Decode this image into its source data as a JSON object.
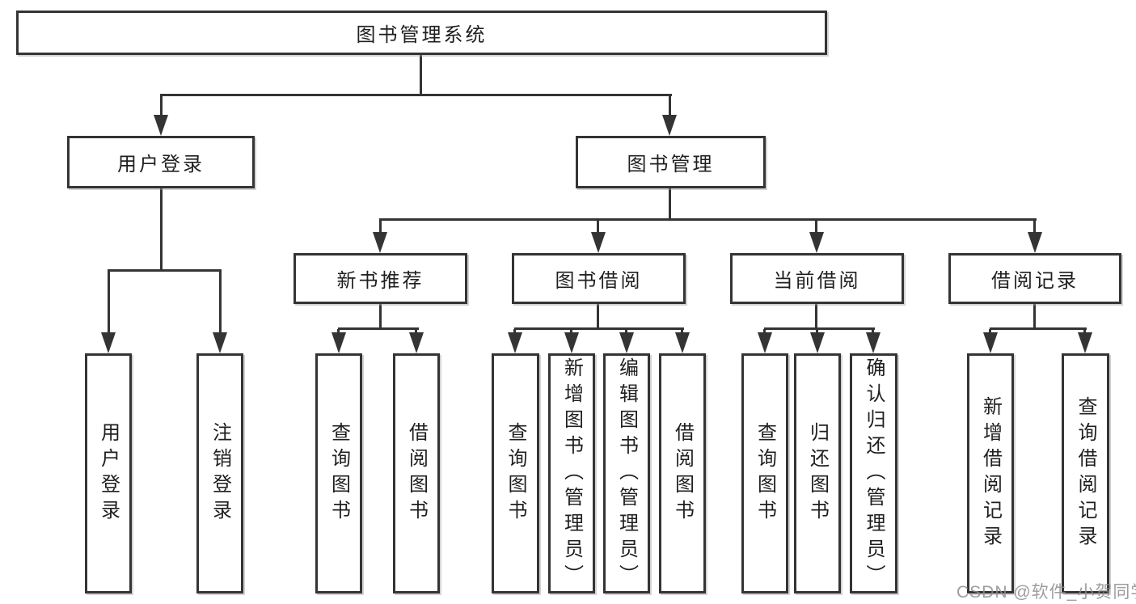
{
  "diagram_title": "图书管理系统",
  "colors": {
    "line": "#343434",
    "text": "#1f1f1f",
    "background": "#ffffff",
    "watermark": "#8c8c8c"
  },
  "nodes": {
    "root": "图书管理系统",
    "user_login_group": "用户登录",
    "book_management": "图书管理",
    "new_book_recommend": "新书推荐",
    "book_borrowing": "图书借阅",
    "current_borrowing": "当前借阅",
    "borrowing_records": "借阅记录",
    "user_login": "用户登录",
    "logout": "注销登录",
    "query_books_recommend": "查询图书",
    "borrow_books_recommend": "借阅图书",
    "query_books_borrowing": "查询图书",
    "add_books_admin": "新增图书（管理员）",
    "edit_books_admin": "编辑图书（管理员）",
    "borrow_books_borrowing": "借阅图书",
    "query_books_current": "查询图书",
    "return_books": "归还图书",
    "confirm_return_admin": "确认归还（管理员）",
    "add_borrow_record": "新增借阅记录",
    "query_borrow_record": "查询借阅记录"
  },
  "hierarchy": {
    "图书管理系统": [
      "用户登录",
      "图书管理"
    ],
    "用户登录": [
      "用户登录",
      "注销登录"
    ],
    "图书管理": [
      "新书推荐",
      "图书借阅",
      "当前借阅",
      "借阅记录"
    ],
    "新书推荐": [
      "查询图书",
      "借阅图书"
    ],
    "图书借阅": [
      "查询图书",
      "新增图书（管理员）",
      "编辑图书（管理员）",
      "借阅图书"
    ],
    "当前借阅": [
      "查询图书",
      "归还图书",
      "确认归还（管理员）"
    ],
    "借阅记录": [
      "新增借阅记录",
      "查询借阅记录"
    ]
  },
  "watermark": "CSDN @软件_小贺同学"
}
